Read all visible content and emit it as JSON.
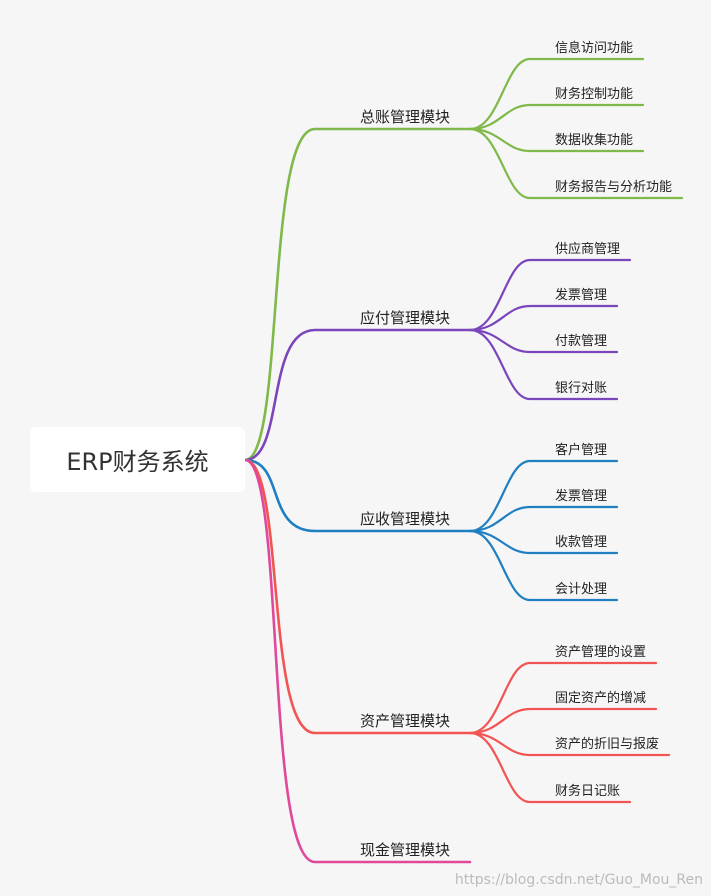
{
  "root": {
    "label": "ERP财务系统"
  },
  "branches": [
    {
      "label": "总账管理模块",
      "color": "#7fb94a",
      "children": [
        "信息访问功能",
        "财务控制功能",
        "数据收集功能",
        "财务报告与分析功能"
      ]
    },
    {
      "label": "应付管理模块",
      "color": "#7b46bb",
      "children": [
        "供应商管理",
        "发票管理",
        "付款管理",
        "银行对账"
      ]
    },
    {
      "label": "应收管理模块",
      "color": "#1f7fc1",
      "children": [
        "客户管理",
        "发票管理",
        "收款管理",
        "会计处理"
      ]
    },
    {
      "label": "资产管理模块",
      "color": "#f25454",
      "children": [
        "资产管理的设置",
        "固定资产的增减",
        "资产的折旧与报废",
        "财务日记账"
      ]
    },
    {
      "label": "现金管理模块",
      "color": "#e0499a",
      "children": []
    }
  ],
  "watermark": "https://blog.csdn.net/Guo_Mou_Ren"
}
